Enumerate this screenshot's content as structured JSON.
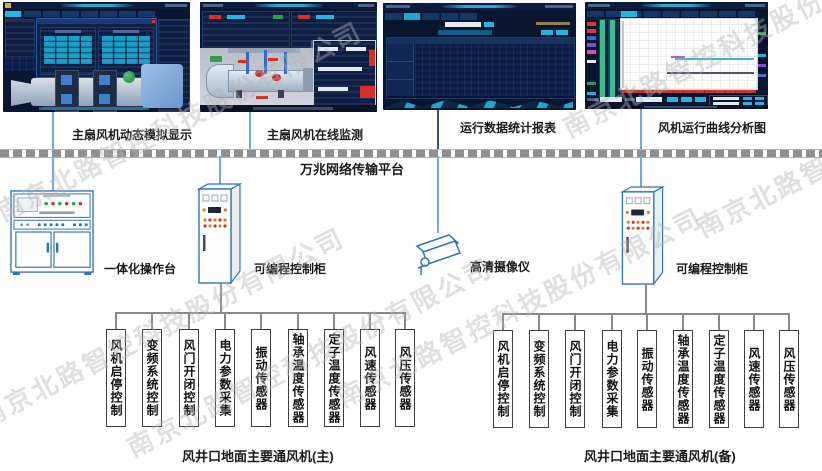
{
  "screens": [
    {
      "id": "simulation",
      "label": "主扇风机动态模拟显示"
    },
    {
      "id": "monitoring",
      "label": "主扇风机在线监测"
    },
    {
      "id": "report",
      "label": "运行数据统计报表"
    },
    {
      "id": "curve",
      "label": "风机运行曲线分析图"
    }
  ],
  "network": {
    "label": "万兆网络传输平台"
  },
  "devices": [
    {
      "id": "console",
      "label": "一体化操作台"
    },
    {
      "id": "plc-left",
      "label": "可编程控制柜"
    },
    {
      "id": "camera",
      "label": "高清摄像仪"
    },
    {
      "id": "plc-right",
      "label": "可编程控制柜"
    }
  ],
  "fan_groups": [
    {
      "title": "风井口地面主要通风机(主)",
      "modules": [
        "风机启停控制",
        "变频系统控制",
        "风门开闭控制",
        "电力参数采集",
        "振动传感器",
        "轴承温度传感器",
        "定子温度传感器",
        "风速传感器",
        "风压传感器"
      ]
    },
    {
      "title": "风井口地面主要通风机(备)",
      "modules": [
        "风机启停控制",
        "变频系统控制",
        "风门开闭控制",
        "电力参数采集",
        "振动传感器",
        "轴承温度传感器",
        "定子温度传感器",
        "风速传感器",
        "风压传感器"
      ]
    }
  ],
  "watermark": {
    "text": "南京北路智控科技股份有限公司"
  },
  "colors": {
    "connector_blue": "#6fa8dc",
    "connector_dark": "#2f5496",
    "tree_gray": "#8a8a8a",
    "screen_bg": "#0a1530",
    "accent_cyan": "#1fb7e3",
    "outline_blue": "#2e75b6"
  }
}
